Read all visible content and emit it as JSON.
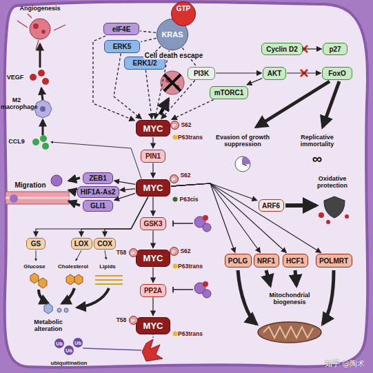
{
  "diagram": {
    "nodes": [
      {
        "text": [
          "GTP"
        ]
      },
      {
        "text": [
          "KRAS"
        ]
      },
      {
        "text": [
          "eIF4E"
        ]
      },
      {
        "text": [
          "ERK5"
        ]
      },
      {
        "text": [
          "ERK1/2"
        ]
      },
      {
        "text": [
          "PI3K"
        ]
      },
      {
        "text": [
          "Cyclin D2"
        ]
      },
      {
        "text": [
          "p27"
        ]
      },
      {
        "text": [
          "AKT"
        ]
      },
      {
        "text": [
          "FoxO"
        ]
      },
      {
        "text": [
          "mTORC1"
        ]
      },
      {
        "text": [
          "MYC"
        ]
      },
      {
        "text": [
          "PIN1"
        ]
      },
      {
        "text": [
          "MYC"
        ]
      },
      {
        "text": [
          "ZEB1"
        ]
      },
      {
        "text": [
          "HIF1A-As2"
        ]
      },
      {
        "text": [
          "GLI1"
        ]
      },
      {
        "text": [
          "ARF6"
        ]
      },
      {
        "text": [
          "GSK3"
        ]
      },
      {
        "text": [
          "MYC"
        ]
      },
      {
        "text": [
          "GS"
        ]
      },
      {
        "text": [
          "LOX"
        ]
      },
      {
        "text": [
          "COX"
        ]
      },
      {
        "text": [
          "POLG"
        ]
      },
      {
        "text": [
          "NRF1"
        ]
      },
      {
        "text": [
          "HCF1"
        ]
      },
      {
        "text": [
          "POLMRT"
        ]
      },
      {
        "text": [
          "PP2A"
        ]
      },
      {
        "text": [
          "MYC"
        ]
      }
    ],
    "edges": [
      {
        "from": 1,
        "to": 2,
        "arrow": "none"
      },
      {
        "from": 1,
        "to": 3,
        "arrow": "none"
      },
      {
        "from": 1,
        "to": 4,
        "arrow": "none"
      },
      {
        "from": 1,
        "to": 5,
        "arrow": "none"
      },
      {
        "from": 1,
        "to": 11,
        "arrow": "to"
      },
      {
        "from": 2,
        "to": 11,
        "arrow": "to"
      },
      {
        "from": 3,
        "to": 11,
        "arrow": "to"
      },
      {
        "from": 4,
        "to": 11,
        "arrow": "to"
      },
      {
        "from": 5,
        "to": 11,
        "arrow": "to"
      },
      {
        "from": 10,
        "to": 11,
        "arrow": "to"
      },
      {
        "from": 5,
        "to": 8,
        "arrow": "to"
      },
      {
        "from": 8,
        "to": 9,
        "arrow": "to"
      },
      {
        "from": 6,
        "to": 7,
        "arrow": "to"
      },
      {
        "from": 11,
        "to": 12,
        "arrow": "to"
      },
      {
        "from": 12,
        "to": 13,
        "arrow": "to"
      },
      {
        "from": 13,
        "to": 18,
        "arrow": "to"
      },
      {
        "from": 18,
        "to": 19,
        "arrow": "to"
      },
      {
        "from": 19,
        "to": 27,
        "arrow": "to"
      },
      {
        "from": 27,
        "to": 28,
        "arrow": "to"
      },
      {
        "from": 13,
        "to": 14,
        "arrow": "to"
      },
      {
        "from": 13,
        "to": 15,
        "arrow": "to"
      },
      {
        "from": 13,
        "to": 16,
        "arrow": "to"
      },
      {
        "from": 13,
        "to": 17,
        "arrow": "to"
      },
      {
        "from": 13,
        "to": 23,
        "arrow": "to"
      },
      {
        "from": 13,
        "to": 24,
        "arrow": "to"
      },
      {
        "from": 13,
        "to": 25,
        "arrow": "to"
      },
      {
        "from": 13,
        "to": 26,
        "arrow": "to"
      },
      {
        "from": 13,
        "to": 20,
        "arrow": "to"
      },
      {
        "from": 13,
        "to": 21,
        "arrow": "to"
      },
      {
        "from": 13,
        "to": 22,
        "arrow": "to"
      },
      {
        "from": 8,
        "to": 10,
        "arrow": "to"
      }
    ],
    "labels": [
      "Angiogenesis",
      "VEGF",
      "M2 macrophage",
      "CCL9",
      "Cell death escape",
      "Migration",
      "Glucose",
      "Cholesterol",
      "Lipids",
      "Metabolic alteration",
      "Evasion of growth suppression",
      "Replicative immortality",
      "∞",
      "Oxidative protection",
      "Mitochondrial biogenesis",
      "ubiquitination",
      "Ub",
      "Ub",
      "Ub",
      "P",
      "S62",
      "P63trans",
      "P",
      "S62",
      "P63cis",
      "T58",
      "P",
      "P",
      "S62",
      "P63trans",
      "T58",
      "P",
      "P63trans",
      "知乎 @陶术"
    ]
  }
}
